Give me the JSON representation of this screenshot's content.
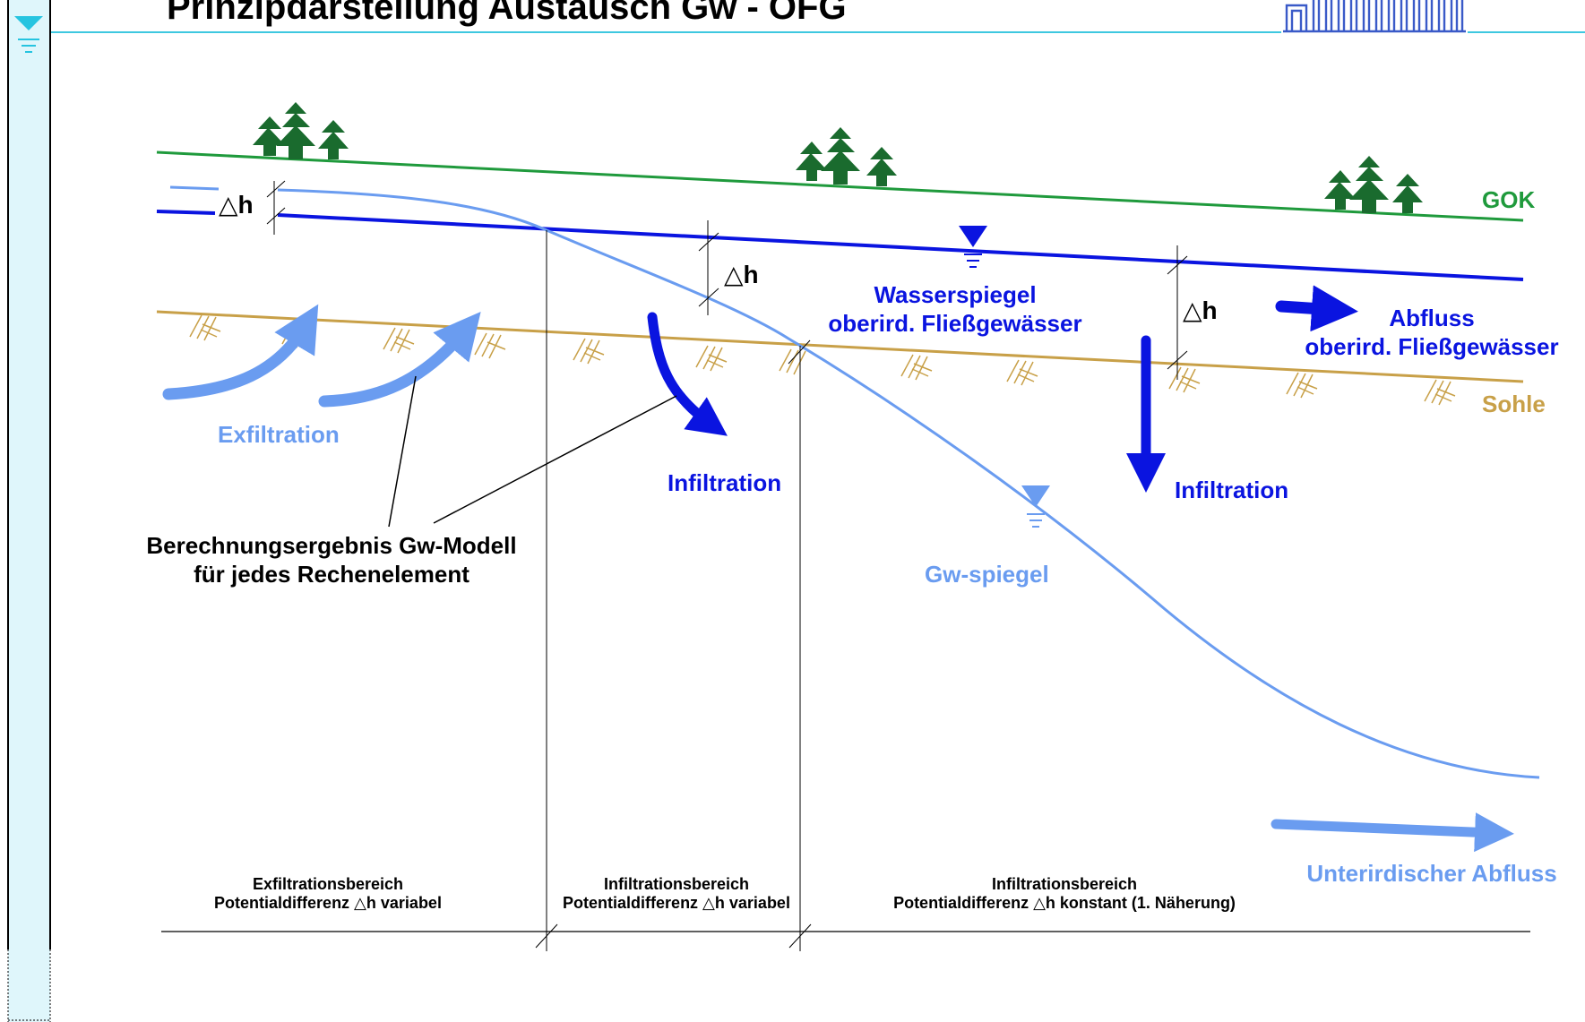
{
  "header": {
    "title": "Prinzipdarstellung Austausch Gw - OFG",
    "logo_name": "university-logo"
  },
  "colors": {
    "terrain": "#1f9a3c",
    "surface_water": "#0a14e0",
    "groundwater": "#6a9cf0",
    "riverbed": "#c8a048",
    "tree": "#1a6b2e",
    "header_line": "#3ec8e0",
    "sidebar_fill": "#dff6fb"
  },
  "labels": {
    "gok": "GOK",
    "sohle": "Sohle",
    "wasserspiegel_line1": "Wasserspiegel",
    "wasserspiegel_line2": "oberird. Fließgewässer",
    "abfluss_line1": "Abfluss",
    "abfluss_line2": "oberird. Fließgewässer",
    "exfiltration": "Exfiltration",
    "infiltration_1": "Infiltration",
    "infiltration_2": "Infiltration",
    "gw_spiegel": "Gw-spiegel",
    "unterirdischer_abfluss": "Unterirdischer Abfluss",
    "berechnung_line1": "Berechnungsergebnis Gw-Modell",
    "berechnung_line2": "für jedes Rechenelement",
    "delta_h": "△h"
  },
  "zones": [
    {
      "line1": "Exfiltrationsbereich",
      "line2": "Potentialdifferenz △h variabel"
    },
    {
      "line1": "Infiltrationsbereich",
      "line2": "Potentialdifferenz △h variabel"
    },
    {
      "line1": "Infiltrationsbereich",
      "line2": "Potentialdifferenz △h konstant (1. Näherung)"
    }
  ]
}
